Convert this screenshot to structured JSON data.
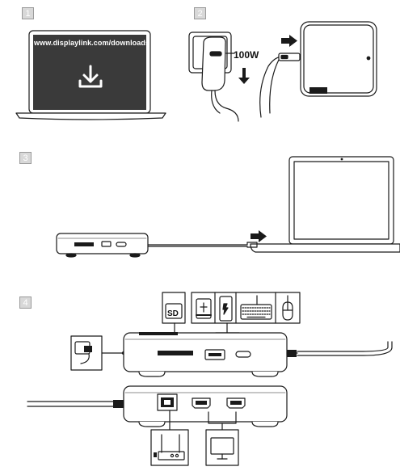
{
  "steps": [
    {
      "number": "1"
    },
    {
      "number": "2"
    },
    {
      "number": "3"
    },
    {
      "number": "4"
    }
  ],
  "laptop_screen": {
    "url": "www.displaylink.com/downloads",
    "icon": "download-icon"
  },
  "charger": {
    "power_label": "100W"
  },
  "card_reader": {
    "label": "SD"
  },
  "icons": {
    "step2": [
      "wall-outlet-icon",
      "power-adapter-icon",
      "arrow-down-icon",
      "arrow-right-icon",
      "usb-c-plug-icon"
    ],
    "step3": [
      "dock-icon",
      "arrow-right-icon",
      "laptop-icon"
    ],
    "step4": [
      "sd-card-icon",
      "usb-drive-icon",
      "phone-icon",
      "keyboard-icon",
      "mouse-icon",
      "power-adapter-icon",
      "ethernet-port-icon",
      "hdmi-port-icon",
      "router-icon",
      "monitor-icon"
    ]
  },
  "colors": {
    "line": "#1a1a1a",
    "screen": "#3a3a3a",
    "badge": "#d8d8d8"
  }
}
